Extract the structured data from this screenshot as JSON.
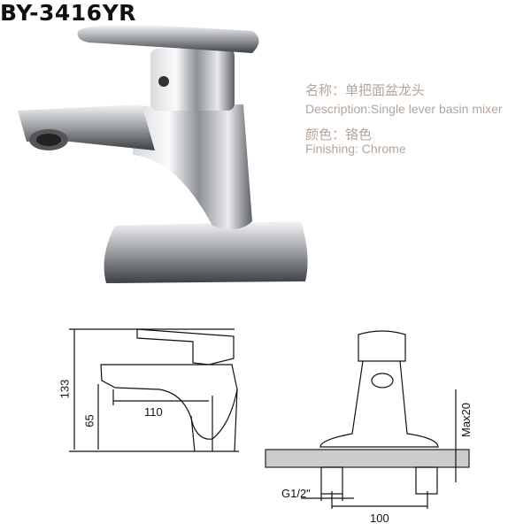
{
  "product": {
    "model": "BY-3416YR",
    "name_cn": "名称：单把面盆龙头",
    "description": "Description:Single lever basin mixer",
    "color_cn": "颜色：铬色",
    "finishing": "Finishing: Chrome"
  },
  "drawing": {
    "height_total": "133",
    "spout_height": "65",
    "spout_reach": "110",
    "thread": "G1/2\"",
    "hole_spacing": "100",
    "max_deck": "Max20"
  }
}
